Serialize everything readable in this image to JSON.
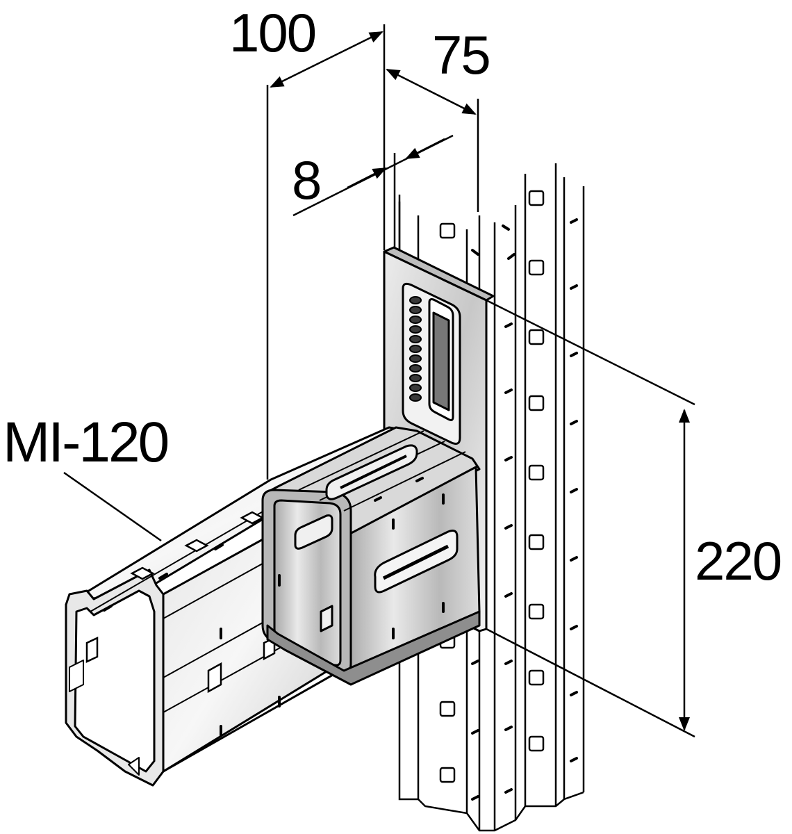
{
  "dimensions": {
    "width_label": "100",
    "depth_label": "75",
    "thickness_label": "8",
    "height_label": "220"
  },
  "callouts": {
    "part_label": "MI-120"
  },
  "colors": {
    "line": "#000000",
    "metal_light": "#f2f2f2",
    "metal_mid": "#d4d4d4",
    "metal_dark": "#9a9a9a",
    "background": "#ffffff"
  }
}
